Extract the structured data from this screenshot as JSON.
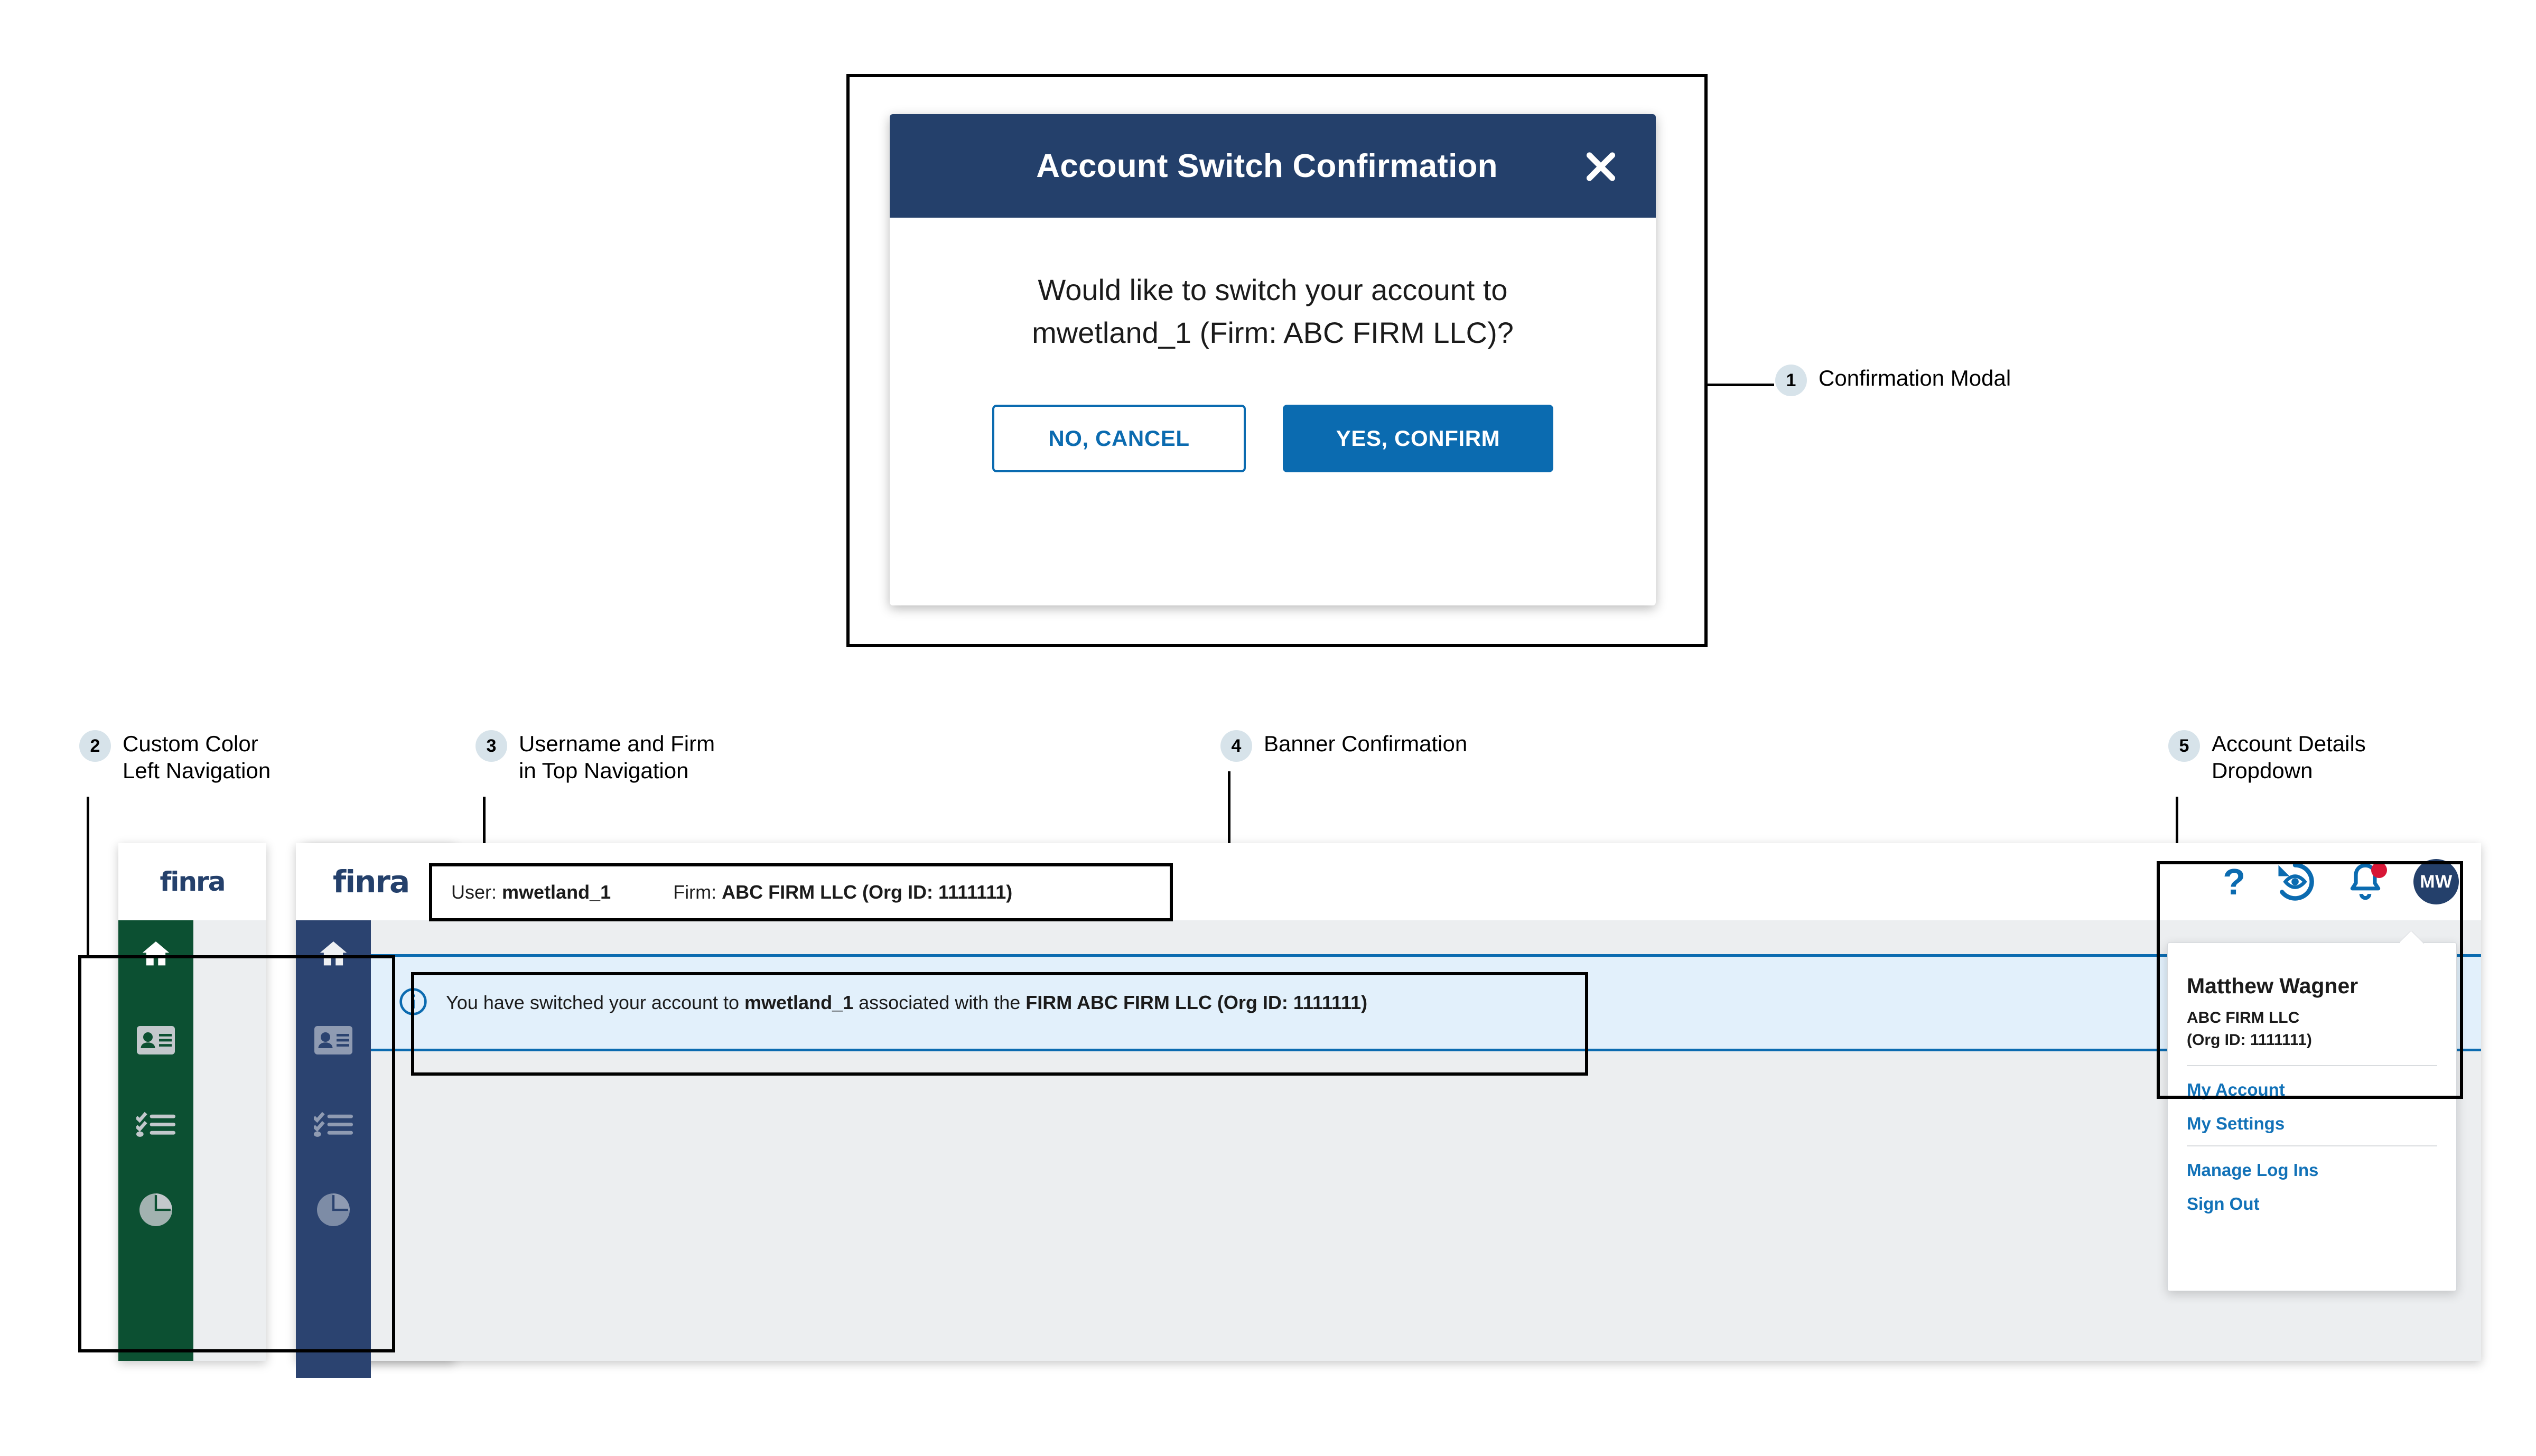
{
  "callouts": [
    {
      "num": "1",
      "label": "Confirmation Modal"
    },
    {
      "num": "2",
      "label": "Custom Color\nLeft Navigation"
    },
    {
      "num": "3",
      "label": "Username and Firm\n    in Top Navigation"
    },
    {
      "num": "4",
      "label": "Banner Confirmation"
    },
    {
      "num": "5",
      "label": "Account Details\n        Dropdown"
    }
  ],
  "modal": {
    "title": "Account Switch Confirmation",
    "close_icon": "close-icon",
    "message_line1": "Would like to switch your account to",
    "message_line2": "mwetland_1 (Firm: ABC FIRM LLC)?",
    "cancel_label": "NO, CANCEL",
    "confirm_label": "YES, CONFIRM",
    "header_color": "#24406b",
    "primary_color": "#0b6bb0"
  },
  "topnav": {
    "logo": "finra",
    "user_label": "User:",
    "user_value": "mwetland_1",
    "firm_label": "Firm:",
    "firm_value": "ABC FIRM LLC (Org ID: 1111111)",
    "help_icon": "?",
    "history_icon": "history-eye-icon",
    "notifications_icon": "bell-icon",
    "notifications_badge_color": "#d81636",
    "avatar_initials": "MW"
  },
  "banner": {
    "icon": "info-circle-icon",
    "text_plain": "You have switched your account to ",
    "user": "mwetland_1",
    "text_mid": " associated with the ",
    "firm": "FIRM ABC FIRM LLC (Org ID: 1111111)",
    "background": "#e2f0fb",
    "border_color": "#0b6bb0"
  },
  "dropdown": {
    "name": "Matthew Wagner",
    "firm": "ABC FIRM LLC",
    "org": "(Org ID: 1111111)",
    "links": [
      "My Account",
      "My Settings",
      "Manage Log Ins",
      "Sign Out"
    ],
    "link_color": "#1272b8"
  },
  "sidebar": {
    "items": [
      {
        "icon": "home-icon",
        "name": "home"
      },
      {
        "icon": "id-card-icon",
        "name": "profile"
      },
      {
        "icon": "checklist-icon",
        "name": "tasks"
      },
      {
        "icon": "pie-chart-icon",
        "name": "reports"
      }
    ],
    "custom_color": "#0c5032",
    "default_color": "#2b4370"
  }
}
